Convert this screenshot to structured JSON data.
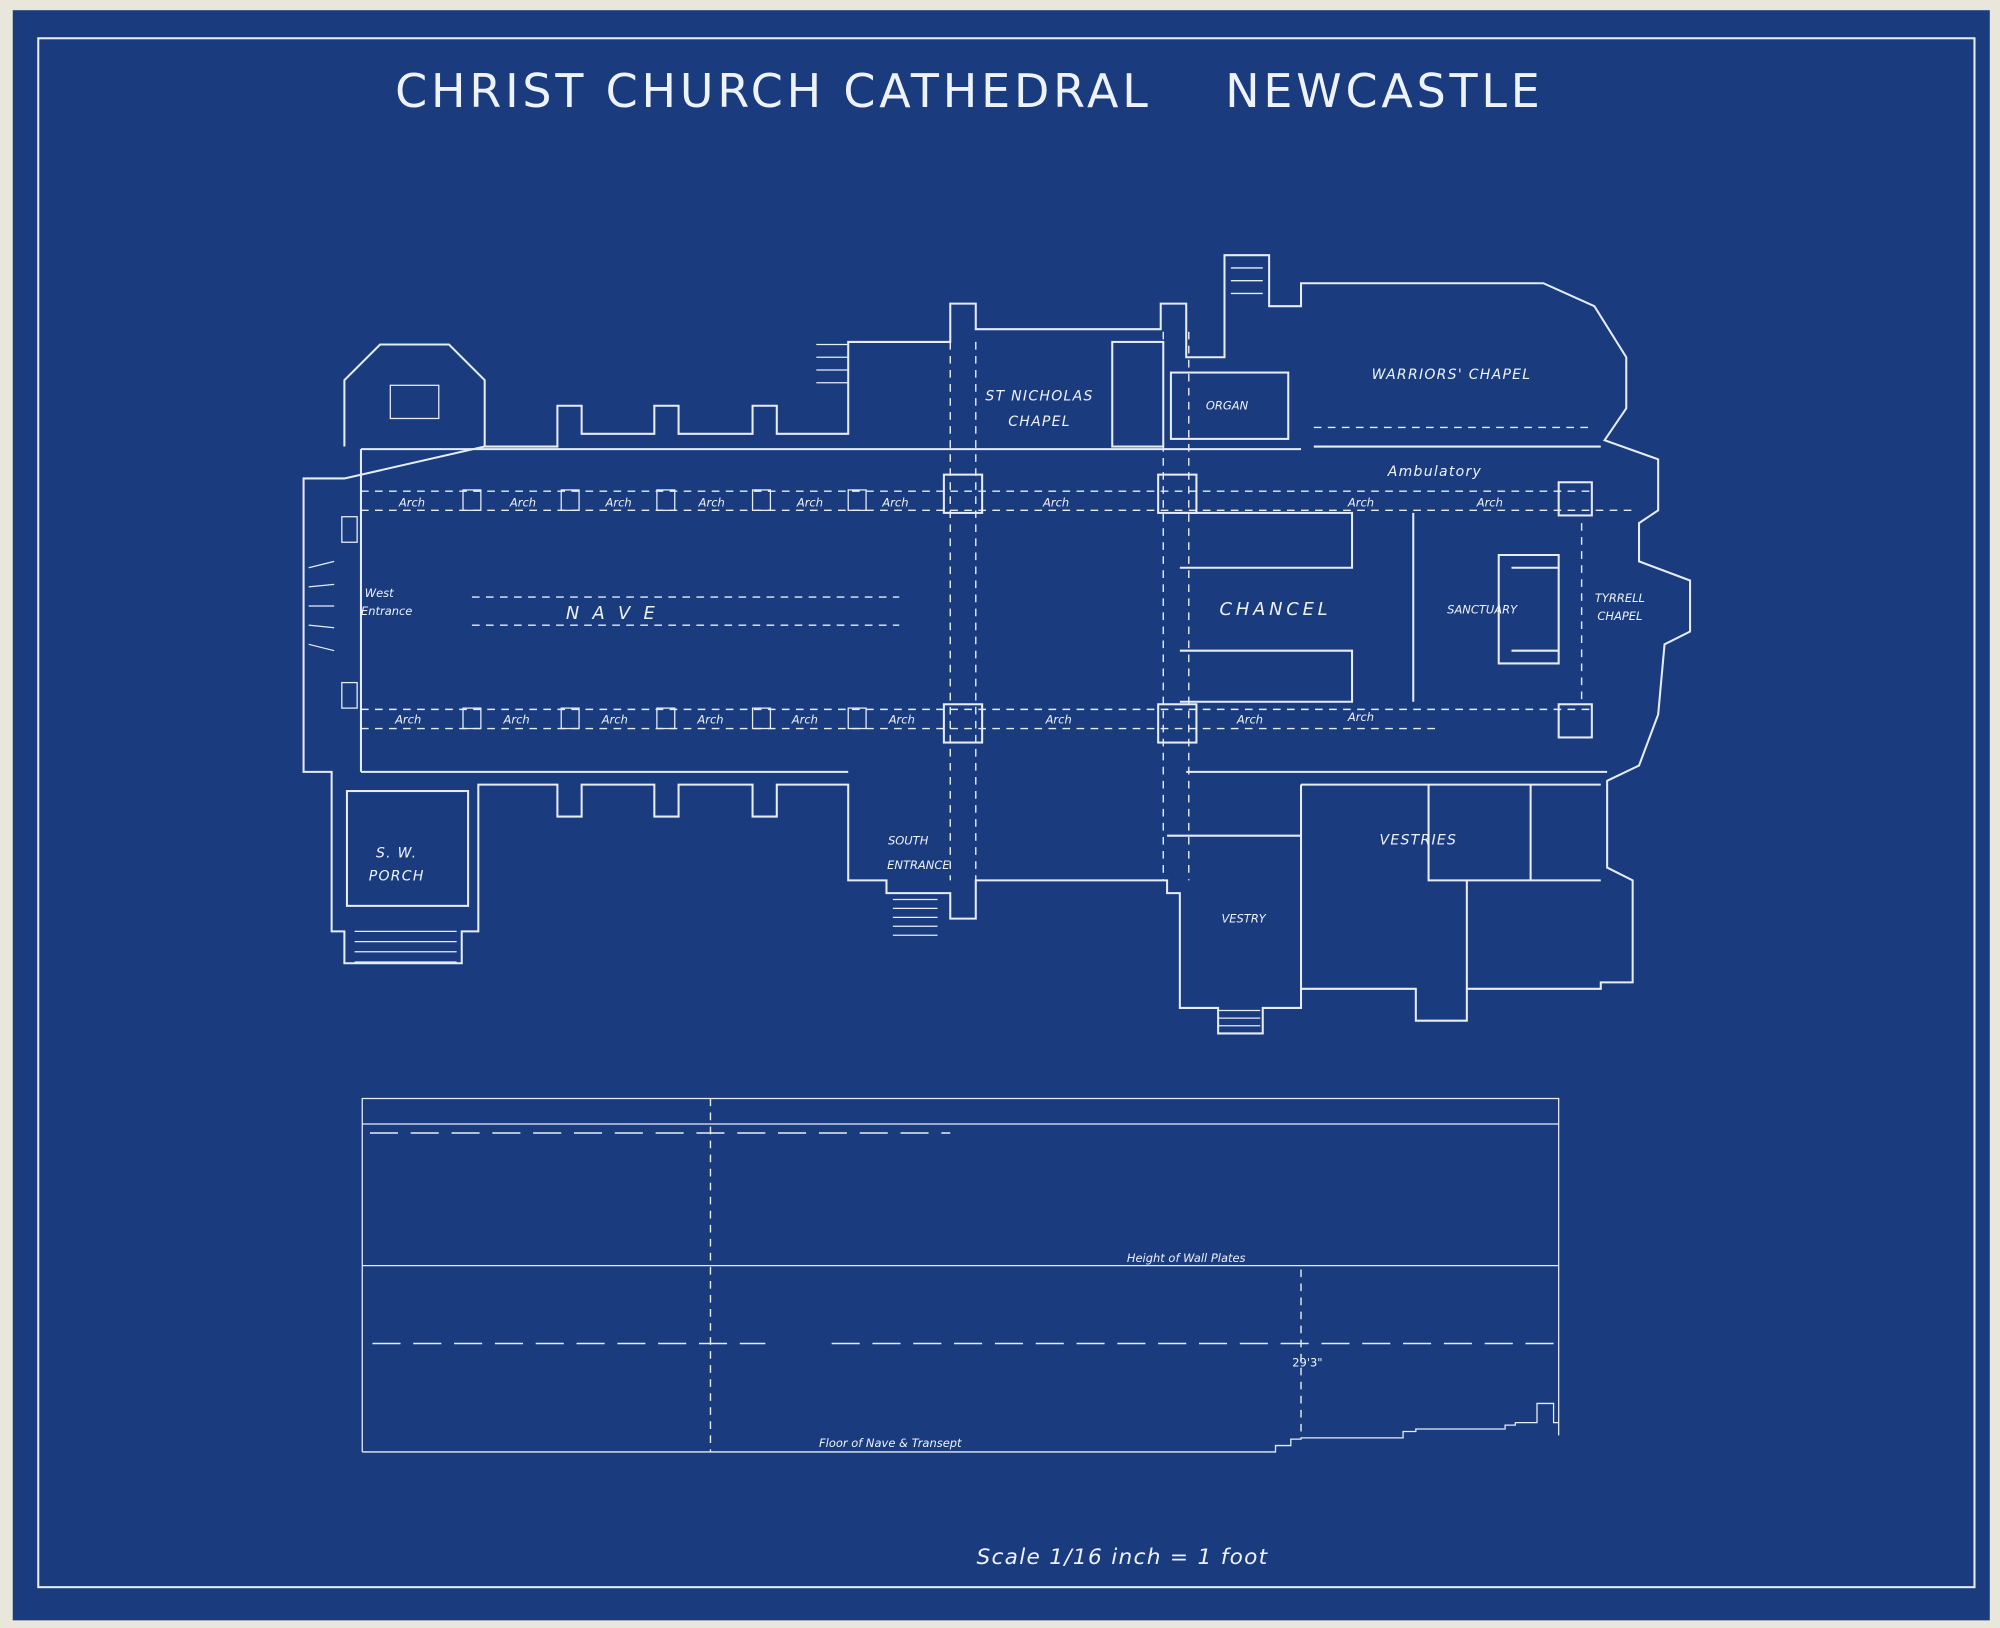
{
  "title": "CHRIST CHURCH CATHEDRAL    NEWCASTLE",
  "colors": {
    "paper": "#1a3b7d",
    "ink": "#eef3fb",
    "edge": "#e9e6dc"
  },
  "plan": {
    "arch_label": "Arch",
    "west_entrance": [
      "West",
      "Entrance"
    ],
    "nave": "N A V E",
    "st_nicholas": [
      "ST NICHOLAS",
      "CHAPEL"
    ],
    "organ": "ORGAN",
    "warriors_chapel": "WARRIORS' CHAPEL",
    "ambulatory": "Ambulatory",
    "chancel": "CHANCEL",
    "sanctuary": "SANCTUARY",
    "tyrrell_chapel": [
      "TYRRELL",
      "CHAPEL"
    ],
    "sw_porch": [
      "S. W.",
      "PORCH"
    ],
    "south_entrance": [
      "SOUTH",
      "ENTRANCE"
    ],
    "vestries": "VESTRIES",
    "vestry": "VESTRY"
  },
  "section": {
    "wall_plates": "Height of Wall Plates",
    "dimension": "29'3\"",
    "floor": "Floor of Nave & Transept"
  },
  "scale": "Scale 1/16 inch = 1 foot"
}
